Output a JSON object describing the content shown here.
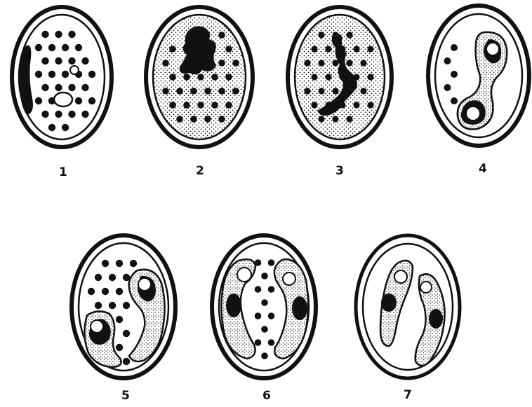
{
  "figure": {
    "stages": [
      {
        "id": "stage-1",
        "label": "1",
        "description_key": "single-elongated-nucleus"
      },
      {
        "id": "stage-2",
        "label": "2",
        "description_key": "compact-irregular-nucleus"
      },
      {
        "id": "stage-3",
        "label": "3",
        "description_key": "elongated-irregular-nucleus"
      },
      {
        "id": "stage-4",
        "label": "4",
        "description_key": "single-sporozoite-forming"
      },
      {
        "id": "stage-5",
        "label": "5",
        "description_key": "two-sporozoites-forming"
      },
      {
        "id": "stage-6",
        "label": "6",
        "description_key": "two-sporozoites-curved"
      },
      {
        "id": "stage-7",
        "label": "7",
        "description_key": "two-free-sporozoites"
      }
    ]
  },
  "colors": {
    "ink": "#111111",
    "paper": "#ffffff"
  }
}
